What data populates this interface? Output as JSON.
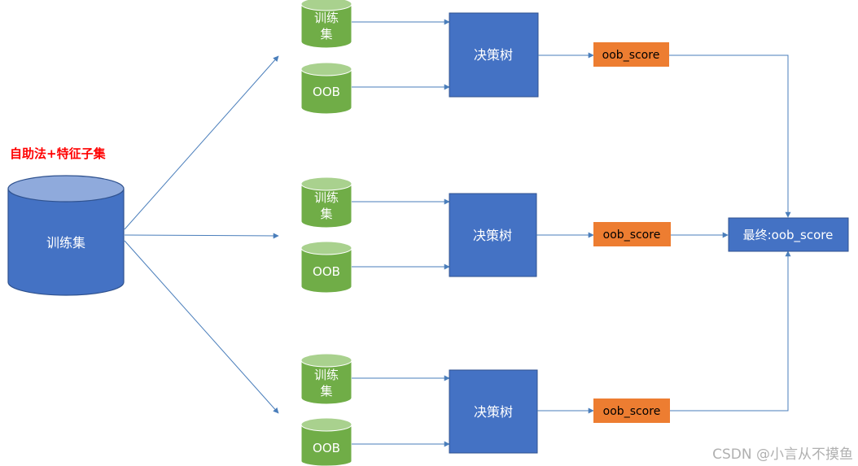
{
  "annotation": "自助法+特征子集",
  "source_label": "训练集",
  "branches": [
    {
      "train_label_1": "训",
      "train_label_1b": "练",
      "train_label_2": "集",
      "oob_label": "OOB",
      "tree_label": "决策树",
      "score_label": "oob_score"
    },
    {
      "train_label_1": "训",
      "train_label_1b": "练",
      "train_label_2": "集",
      "oob_label": "OOB",
      "tree_label": "决策树",
      "score_label": "oob_score"
    },
    {
      "train_label_1": "训",
      "train_label_1b": "练",
      "train_label_2": "集",
      "oob_label": "OOB",
      "tree_label": "决策树",
      "score_label": "oob_score"
    }
  ],
  "final_label": "最终:oob_score",
  "watermark": "CSDN @小言从不摸鱼",
  "colors": {
    "blue_fill": "#4472c4",
    "blue_top": "#8faadc",
    "green_fill": "#70ad47",
    "green_top": "#a9d18e",
    "orange_fill": "#ed7d31",
    "arrow": "#4a7ebb",
    "annotation_red": "#ff0000"
  }
}
